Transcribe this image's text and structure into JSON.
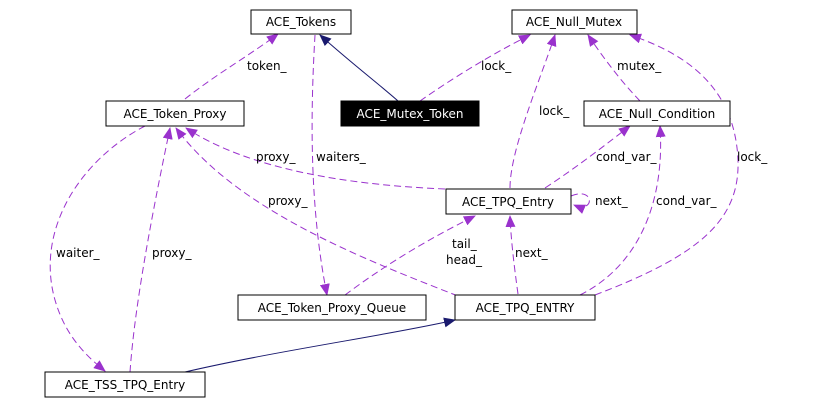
{
  "colors": {
    "association": "#9a32cd",
    "inheritance": "#1a1a6e",
    "highlight_fill": "#000000",
    "highlight_text": "#ffffff",
    "node_fill": "#ffffff",
    "node_text": "#000000"
  },
  "nodes": {
    "ace_tokens": "ACE_Tokens",
    "ace_null_mutex": "ACE_Null_Mutex",
    "ace_token_proxy": "ACE_Token_Proxy",
    "ace_mutex_token": "ACE_Mutex_Token",
    "ace_null_condition": "ACE_Null_Condition",
    "ace_tpq_entry": "ACE_TPQ_Entry",
    "ace_token_proxy_queue": "ACE_Token_Proxy_Queue",
    "ace_tpq_entry_typedef": "ACE_TPQ_ENTRY",
    "ace_tss_tpq_entry": "ACE_TSS_TPQ_Entry"
  },
  "labels": {
    "token": "token_",
    "lock_mutex": "lock_",
    "mutex": "mutex_",
    "lock_entry": "lock_",
    "lock_tpq": "lock_",
    "waiters": "waiters_",
    "proxy_entry": "proxy_",
    "proxy_typedef": "proxy_",
    "cond_var_entry": "cond_var_",
    "cond_var_typedef": "cond_var_",
    "next_self": "next_",
    "next_typedef": "next_",
    "tail": "tail_",
    "head": "head_",
    "waiter": "waiter_",
    "proxy_tss": "proxy_"
  }
}
